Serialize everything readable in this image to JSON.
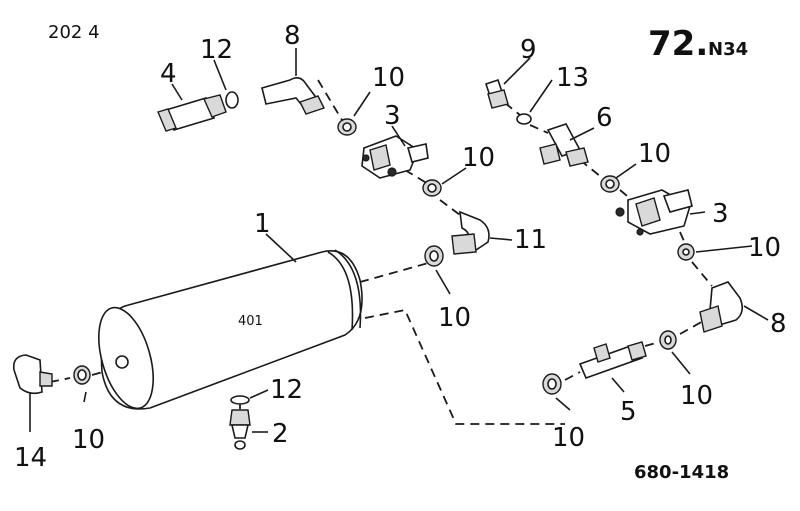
{
  "header": {
    "left_code": "202 4",
    "section_number": "72.",
    "section_suffix": "N34"
  },
  "footer": {
    "drawing_number": "680-1418"
  },
  "tank": {
    "label": "401"
  },
  "callouts": [
    "1",
    "2",
    "3",
    "3",
    "4",
    "5",
    "6",
    "8",
    "8",
    "9",
    "10",
    "10",
    "10",
    "10",
    "10",
    "10",
    "10",
    "10",
    "11",
    "12",
    "12",
    "13",
    "14"
  ],
  "labels": {
    "c1": "1",
    "c2": "2",
    "c3a": "3",
    "c3b": "3",
    "c4": "4",
    "c5": "5",
    "c6": "6",
    "c8a": "8",
    "c8b": "8",
    "c9": "9",
    "c10a": "10",
    "c10b": "10",
    "c10c": "10",
    "c10d": "10",
    "c10e": "10",
    "c10f": "10",
    "c10g": "10",
    "c10h": "10",
    "c11": "11",
    "c12a": "12",
    "c12b": "12",
    "c13": "13",
    "c14": "14"
  }
}
